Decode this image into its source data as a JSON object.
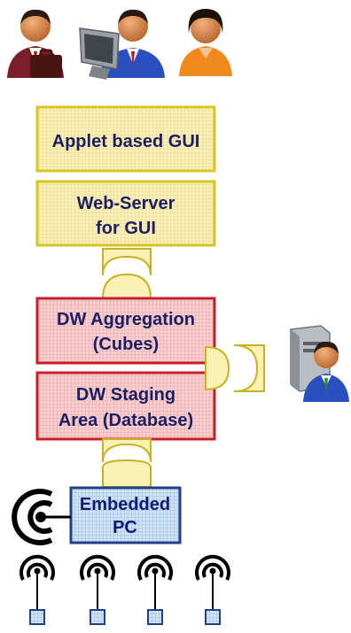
{
  "diagram": {
    "top_users": [
      {
        "icon": "businessman-briefcase-icon"
      },
      {
        "icon": "user-at-computer-icon"
      },
      {
        "icon": "woman-user-icon"
      }
    ],
    "blocks": {
      "applet_gui": {
        "line1": "Applet based GUI",
        "line2": ""
      },
      "web_server": {
        "line1": "Web-Server",
        "line2": "for GUI"
      },
      "dw_aggregation": {
        "line1": "DW Aggregation",
        "line2": "(Cubes)"
      },
      "dw_staging": {
        "line1": "DW Staging",
        "line2": "Area (Database)"
      },
      "embedded_pc": {
        "line1": "Embedded",
        "line2": "PC"
      }
    },
    "side_user": {
      "icon": "server-with-user-icon"
    },
    "sensor_icon": "wireless-sensor-icon",
    "sensor_count": 4,
    "colors": {
      "yellow_fill": "#fbf0b6",
      "yellow_border": "#d6c623",
      "red_fill": "#f7c3c3",
      "red_border": "#c8202a",
      "blue_fill": "#c4ddf3",
      "blue_border": "#1f3f8a",
      "connector_fill": "#fbf0b6",
      "connector_border": "#c8b21f",
      "label_text": "#1b1e63"
    }
  }
}
